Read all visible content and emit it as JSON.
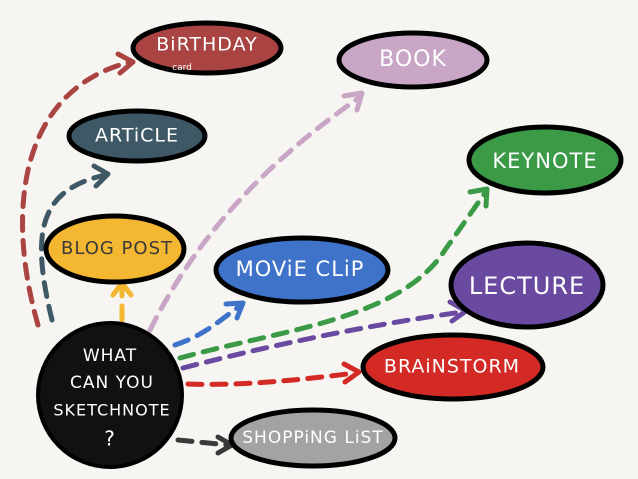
{
  "center": {
    "lines": [
      "WHAT",
      "CAN YOU",
      "SKETCHNOTE",
      "?"
    ],
    "color": "#111111"
  },
  "nodes": {
    "birthday": {
      "label": "BiRTHDAY",
      "sublabel": "card",
      "color": "#a94442"
    },
    "article": {
      "label": "ARTiCLE",
      "color": "#3f5866"
    },
    "blog_post": {
      "label": "BLOG POST",
      "color": "#f4b731"
    },
    "book": {
      "label": "BOOK",
      "color": "#caa6c6"
    },
    "movie_clip": {
      "label": "MOViE CLiP",
      "color": "#3f73c9"
    },
    "keynote": {
      "label": "KEYNOTE",
      "color": "#3a9a45"
    },
    "lecture": {
      "label": "LECTURE",
      "color": "#6a4aa0"
    },
    "brainstorm": {
      "label": "BRAiNSTORM",
      "color": "#d32a25"
    },
    "shopping_list": {
      "label": "SHOPPiNG LiST",
      "color": "#a3a3a3"
    }
  }
}
